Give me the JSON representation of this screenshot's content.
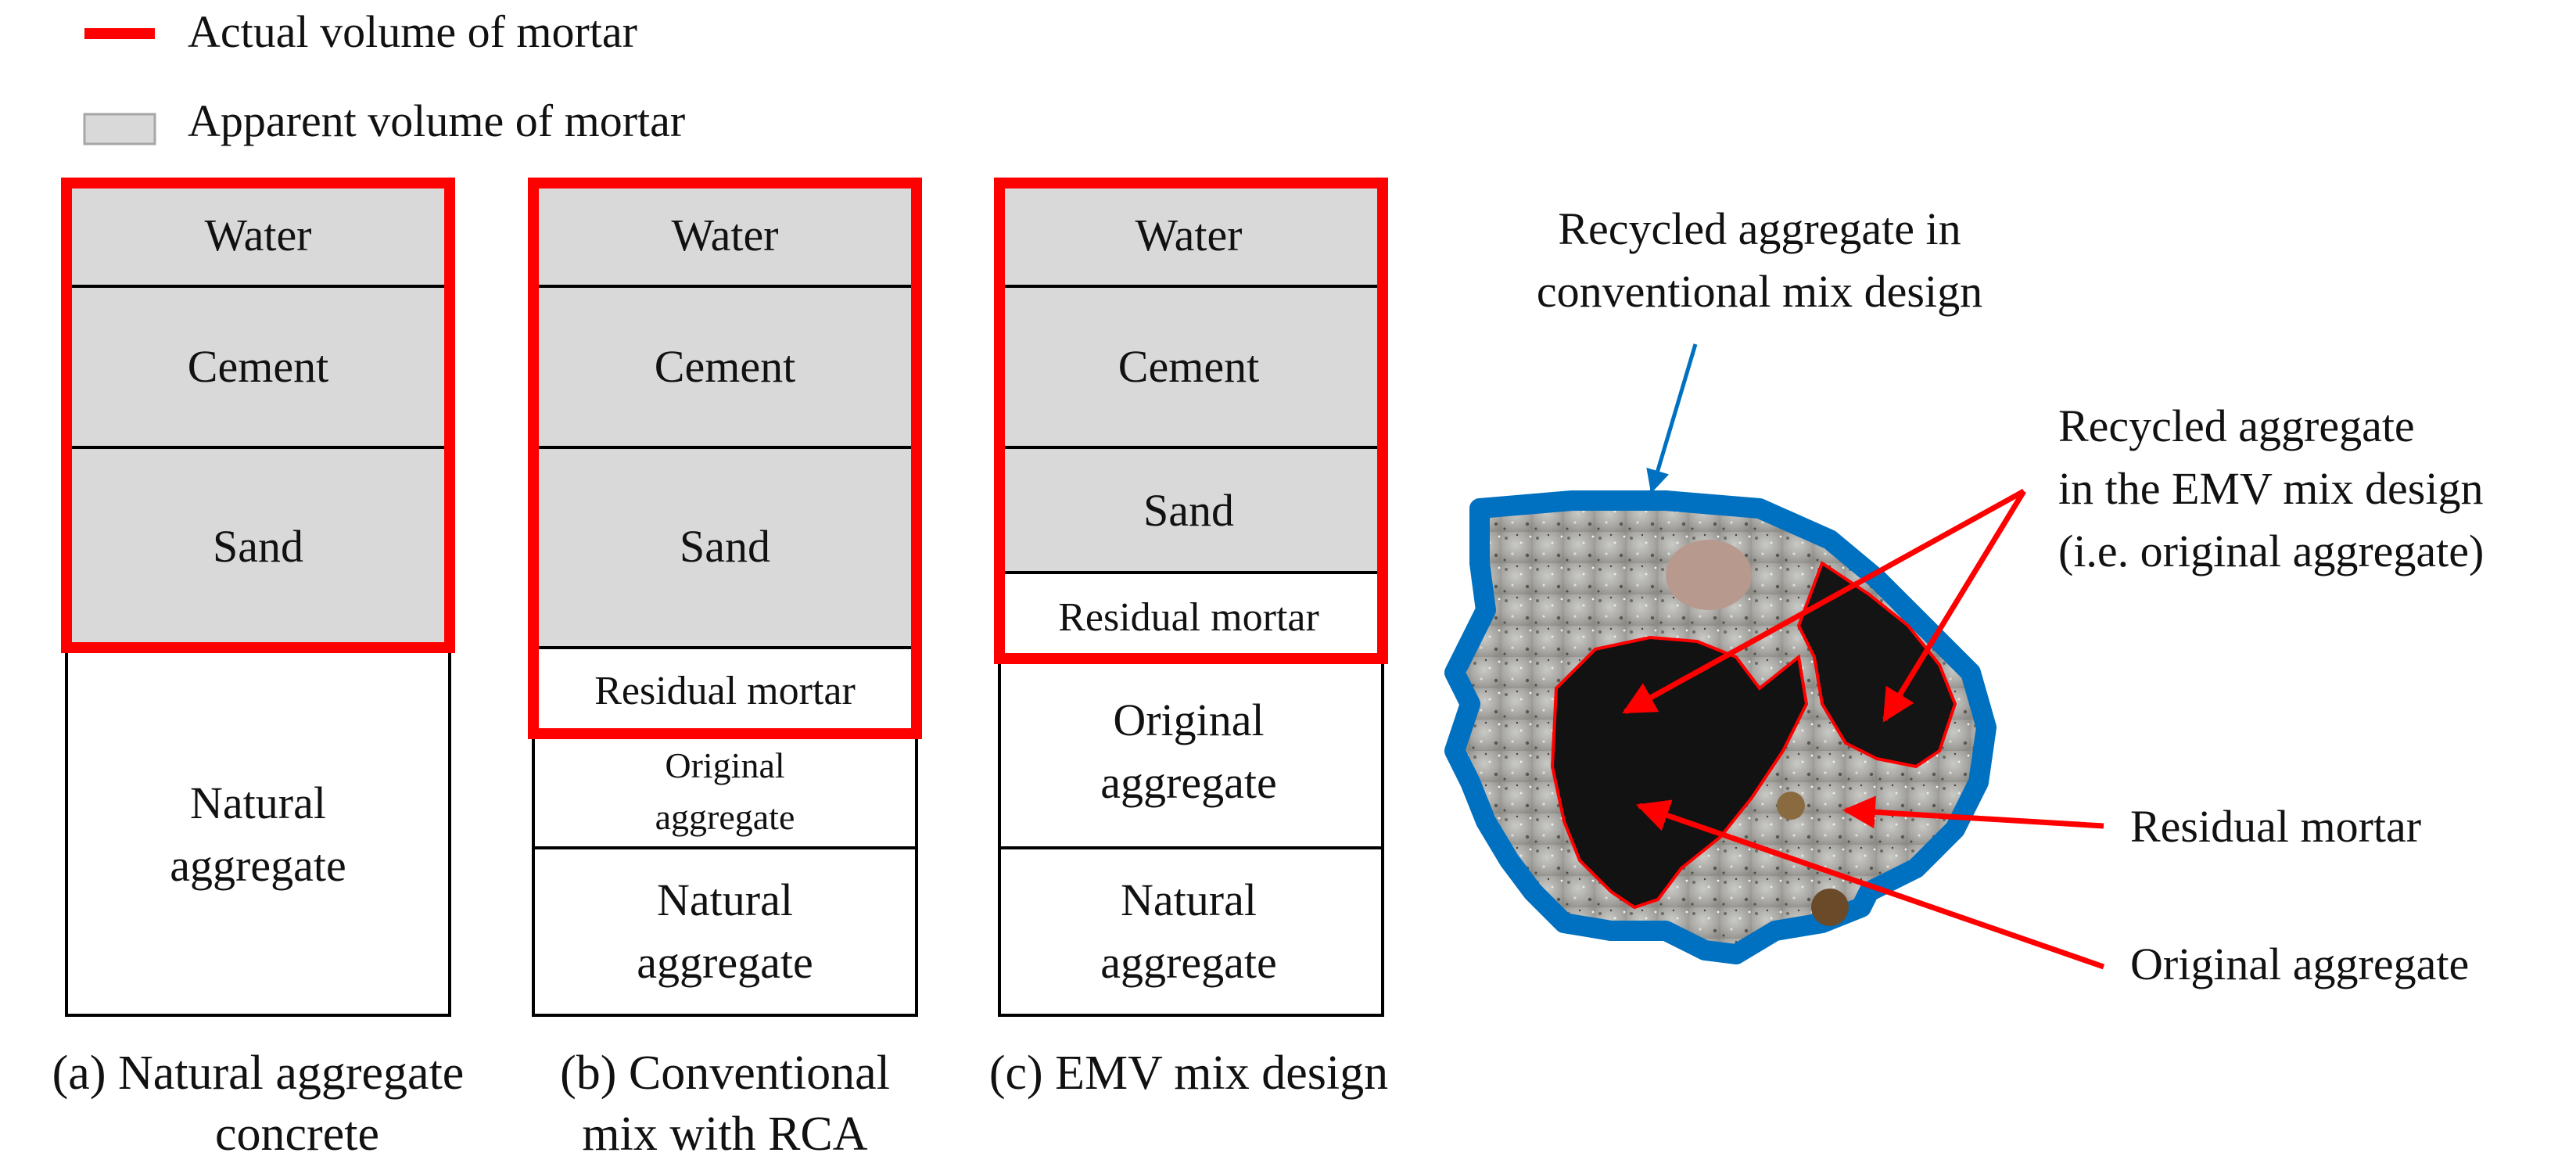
{
  "colors": {
    "actual_outline": "#ff0000",
    "apparent_fill": "#d9d9d9",
    "blue_outline": "#0070c0",
    "arrow_red": "#ff0000",
    "arrow_blue": "#0070c0"
  },
  "legend": {
    "actual": "Actual volume of mortar",
    "apparent": "Apparent volume of mortar"
  },
  "columns": {
    "a": {
      "cells": {
        "water": "Water",
        "cement": "Cement",
        "sand": "Sand",
        "natural_1": "Natural",
        "natural_2": "aggregate"
      },
      "caption_1": "(a)  Natural aggregate",
      "caption_2": "concrete"
    },
    "b": {
      "cells": {
        "water": "Water",
        "cement": "Cement",
        "sand": "Sand",
        "residual": "Residual mortar",
        "original_1": "Original",
        "original_2": "aggregate",
        "natural_1": "Natural",
        "natural_2": "aggregate"
      },
      "caption_1": "(b) Conventional",
      "caption_2": "mix with RCA"
    },
    "c": {
      "cells": {
        "water": "Water",
        "cement": "Cement",
        "sand": "Sand",
        "residual": "Residual mortar",
        "original_1": "Original",
        "original_2": "aggregate",
        "natural_1": "Natural",
        "natural_2": "aggregate"
      },
      "caption_1": "(c) EMV mix design"
    }
  },
  "photo_labels": {
    "conventional_1": "Recycled aggregate in",
    "conventional_2": "conventional mix design",
    "emv_1": "Recycled aggregate",
    "emv_2": "in the EMV mix design",
    "emv_3": "(i.e. original aggregate)",
    "residual": "Residual mortar",
    "original": "Original  aggregate"
  }
}
